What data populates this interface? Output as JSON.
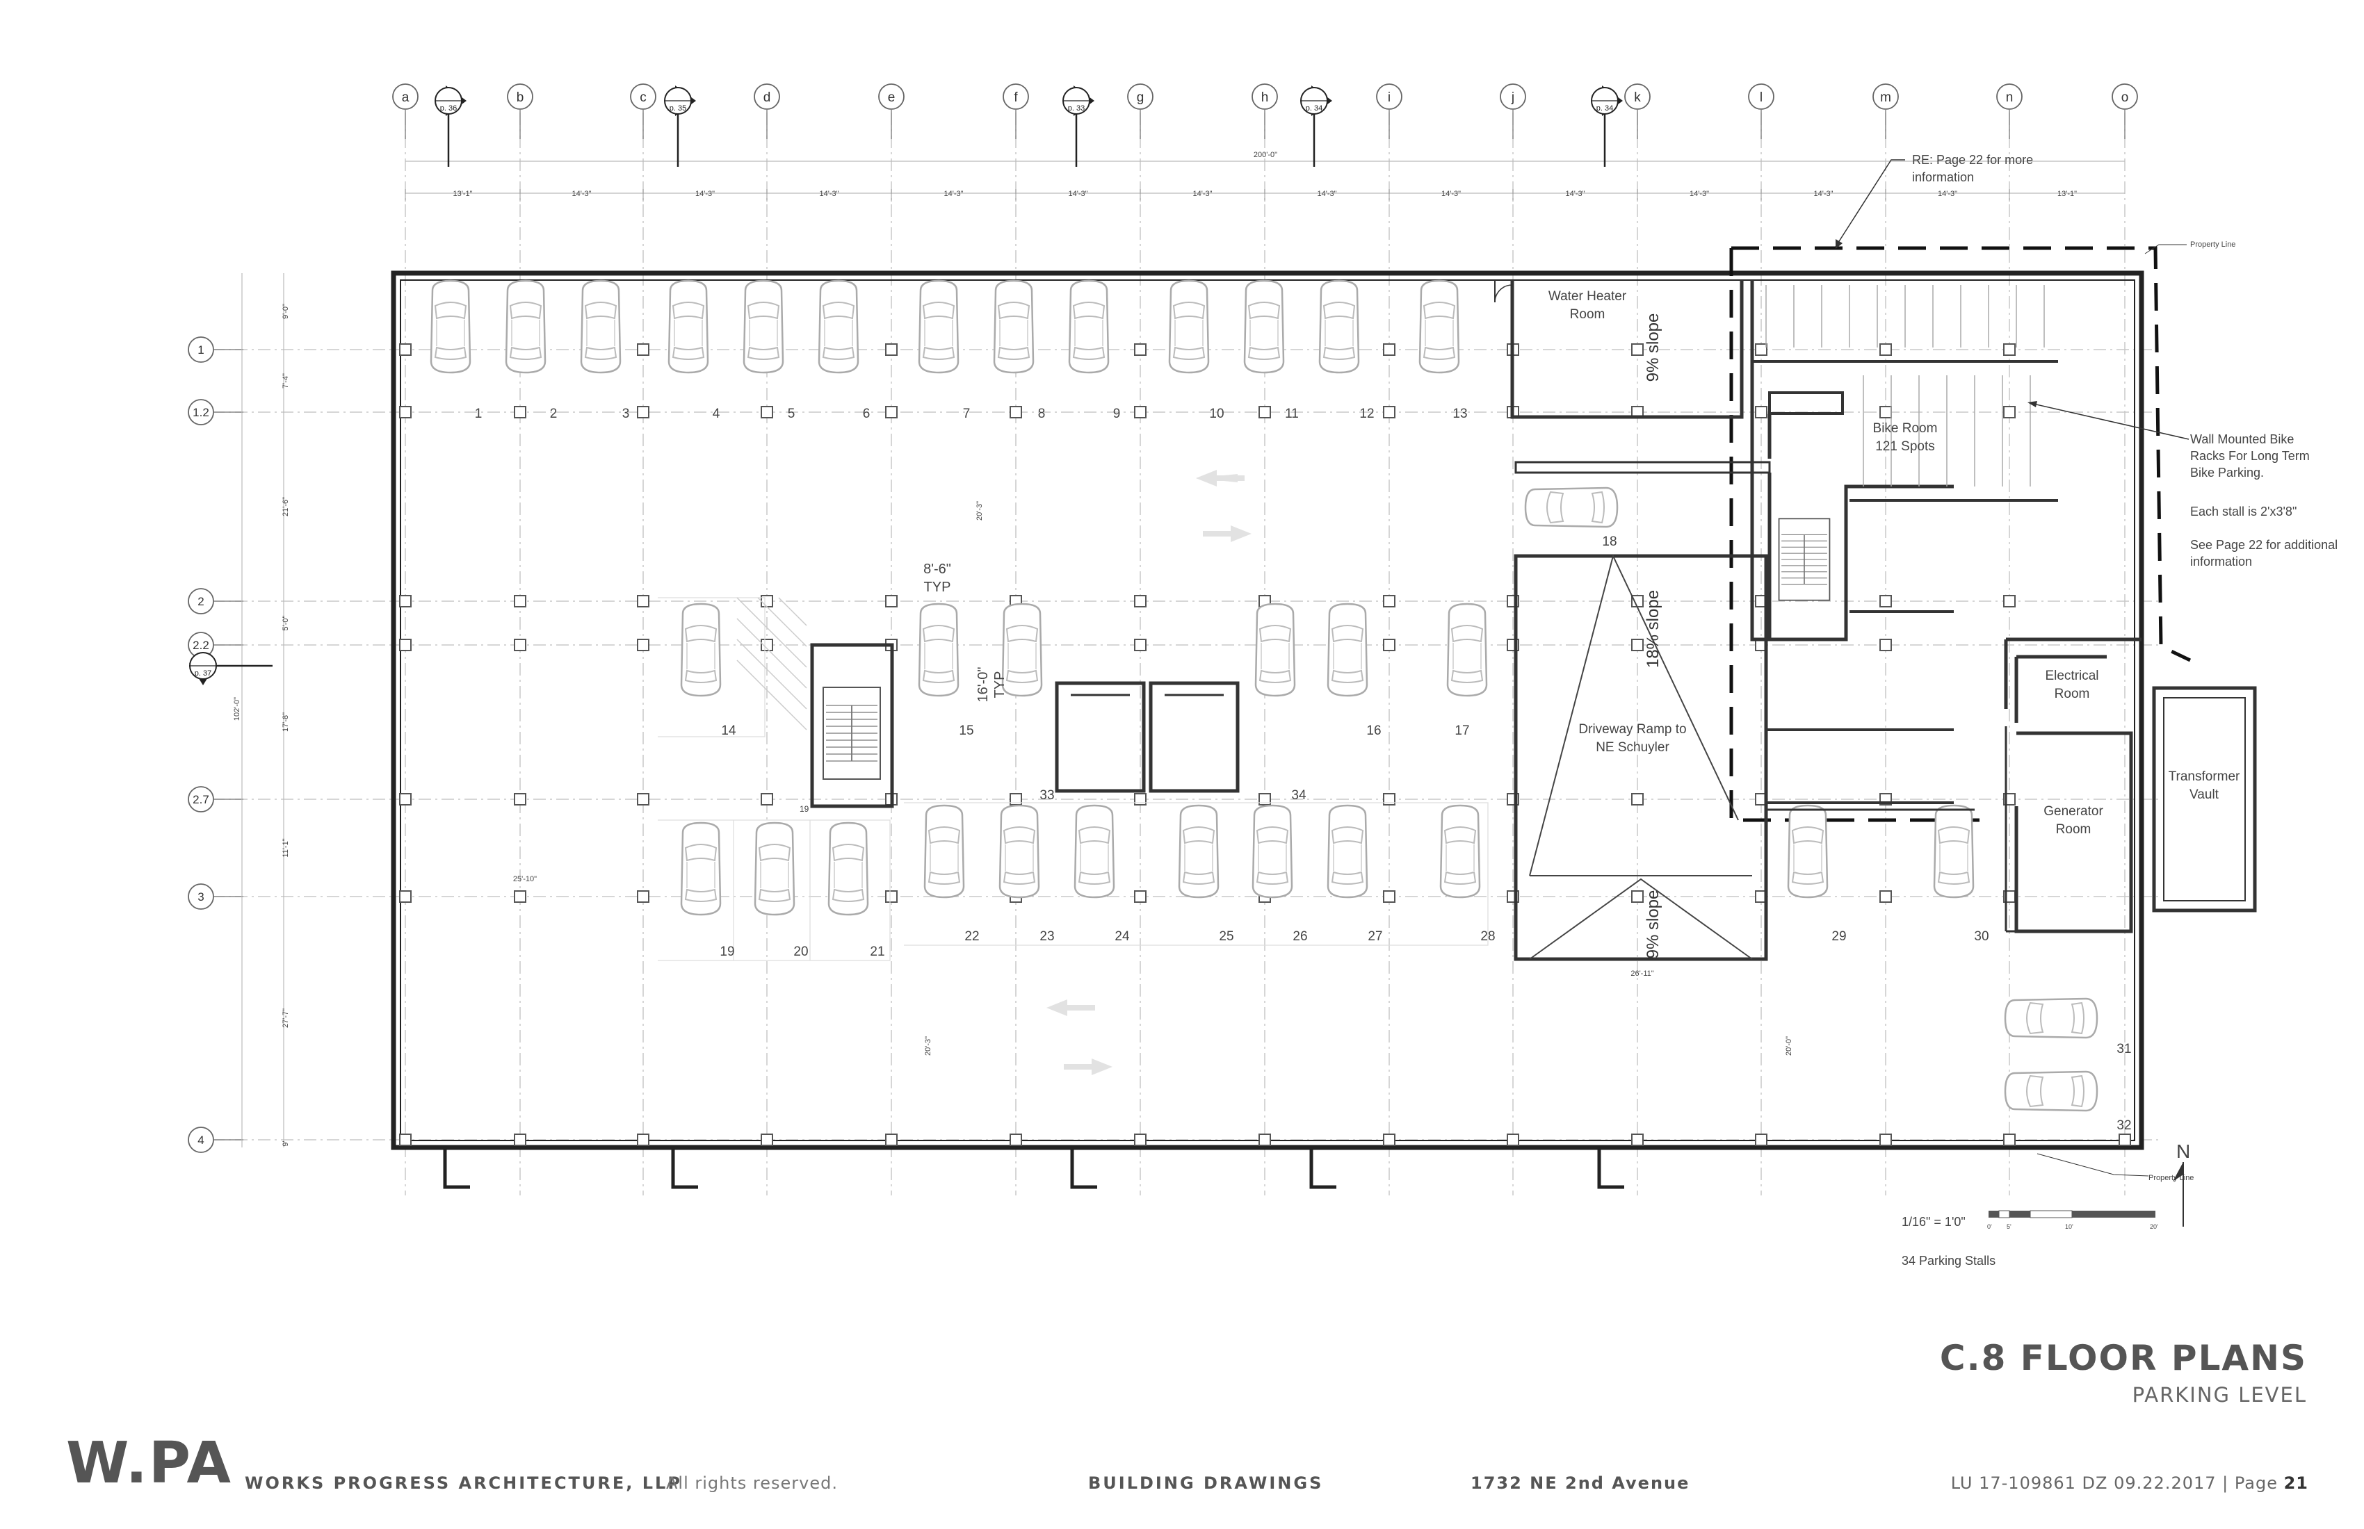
{
  "grid": {
    "columns": [
      "a",
      "b",
      "c",
      "d",
      "e",
      "f",
      "g",
      "h",
      "i",
      "j",
      "k",
      "l",
      "m",
      "n",
      "o"
    ],
    "rows": [
      "1",
      "1.2",
      "2",
      "2.2",
      "2.7",
      "3",
      "4"
    ],
    "overall_dimension": "200'-0\"",
    "bay_dimensions": [
      "13'-1\"",
      "14'-3\"",
      "14'-3\"",
      "14'-3\"",
      "14'-3\"",
      "14'-3\"",
      "14'-3\"",
      "14'-3\"",
      "14'-3\"",
      "14'-3\"",
      "14'-3\"",
      "14'-3\"",
      "14'-3\"",
      "13'-1\""
    ],
    "row_dimensions": [
      "9'-0\"",
      "7'-4\"",
      "21'-6\"",
      "5'-0\"",
      "17'-8\"",
      "11'-1\"",
      "27'-7\"",
      "9'"
    ],
    "overall_row_dimension": "102'-0\""
  },
  "section_markers": [
    {
      "label": "p. 36"
    },
    {
      "label": "p. 35"
    },
    {
      "label": "p. 33"
    },
    {
      "label": "p. 34"
    },
    {
      "label": "p. 34"
    },
    {
      "label": "p. 37"
    }
  ],
  "stalls": {
    "top_row": [
      "1",
      "2",
      "3",
      "4",
      "5",
      "6",
      "7",
      "8",
      "9",
      "10",
      "11",
      "12",
      "13"
    ],
    "middle": [
      "14",
      "15",
      "16",
      "17",
      "18"
    ],
    "lower_left": [
      "19",
      "20",
      "21"
    ],
    "lower": [
      "22",
      "23",
      "24",
      "25",
      "26",
      "27",
      "28",
      "29",
      "30"
    ],
    "islands": [
      "33",
      "34"
    ],
    "right_side": [
      "31",
      "32"
    ],
    "stair_label": "19"
  },
  "rooms": {
    "water_heater": [
      "Water Heater",
      "Room"
    ],
    "bike_room": [
      "Bike Room",
      "121 Spots"
    ],
    "electrical": [
      "Electrical",
      "Room"
    ],
    "generator": [
      "Generator",
      "Room"
    ],
    "transformer": [
      "Transformer",
      "Vault"
    ],
    "driveway": [
      "Driveway Ramp to",
      "NE Schuyler"
    ]
  },
  "slopes": {
    "upper": "9% slope",
    "middle": "18% slope",
    "lower": "9% slope"
  },
  "dimensions": {
    "stall_width": [
      "8'-6\"",
      "TYP"
    ],
    "stall_depth": [
      "16'-0\"",
      "TYP"
    ],
    "aisle_upper": "20'-3\"",
    "aisle_lower": "20'-3\"",
    "aisle_right": "20'-0\"",
    "left_span": "25'-10\"",
    "ramp_width": "26'-11\""
  },
  "notes": {
    "re_page": [
      "RE: Page 22 for more",
      "information"
    ],
    "bike_racks": [
      "Wall Mounted Bike",
      "Racks For Long Term",
      "Bike Parking.",
      "",
      "Each stall is 2'x3'8\"",
      "",
      "See Page 22 for additional",
      "information"
    ],
    "property_line": "Property Line",
    "property_line_bottom": "Property Line",
    "scale": "1/16\" = 1'0\"",
    "scale_ticks": [
      "0'",
      "5'",
      "10'",
      "20'"
    ],
    "north": "N",
    "stall_count": "34 Parking Stalls"
  },
  "title_block": {
    "title": "C.8 FLOOR PLANS",
    "subtitle": "PARKING LEVEL",
    "logo": "W.PA",
    "firm": "WORKS PROGRESS ARCHITECTURE, LLP",
    "rights": "All rights reserved.",
    "drawings": "BUILDING DRAWINGS",
    "address": "1732 NE 2nd Avenue",
    "sheet_ref": "LU 17-109861 DZ   09.22.2017  |  Page ",
    "page": "21"
  }
}
